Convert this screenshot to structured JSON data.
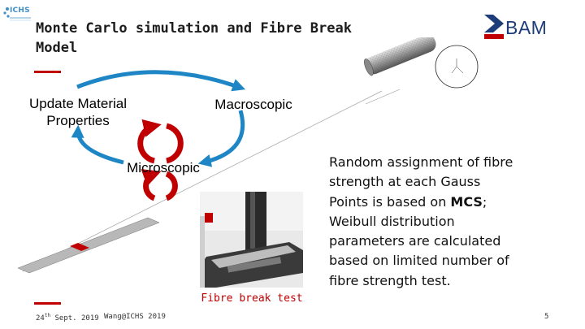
{
  "header": {
    "title_line1": "Monte Carlo simulation and Fibre Break",
    "title_line2": "Model",
    "left_logo_text": "ICHS",
    "right_logo_text": "BAM"
  },
  "diagram": {
    "update_line1": "Update Material",
    "update_line2": "Properties",
    "macroscopic": "Macroscopic",
    "microscopic": "Microscopic",
    "arrow_color_blue": "#1f86c6",
    "arrow_color_red": "#c00000"
  },
  "description": {
    "line1": "Random assignment of fibre",
    "line2": "strength at each Gauss",
    "line3_pre": "Points is based on ",
    "line3_bold": "MCS",
    "line3_post": ";",
    "line4": "Weibull distribution",
    "line5": "parameters are calculated",
    "line6": "based on limited number of",
    "line7": "fibre strength test."
  },
  "photo": {
    "caption": "Fibre break test"
  },
  "footer": {
    "date_day": "24",
    "date_suffix": "th",
    "date_rest": " Sept. 2019",
    "author": "Wang@ICHS 2019",
    "page": "5"
  }
}
